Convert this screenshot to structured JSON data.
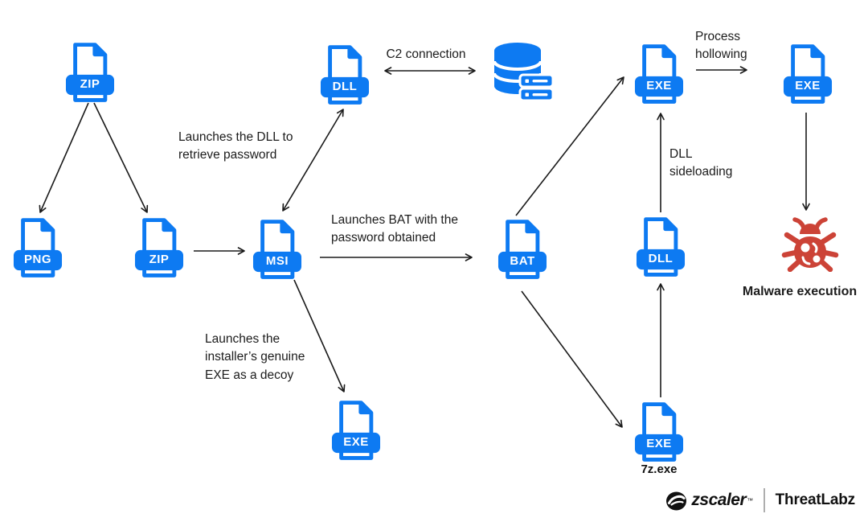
{
  "canvas": {
    "background": "#ffffff"
  },
  "colors": {
    "icon_blue": "#0d7af2",
    "bug_red": "#cc4337",
    "arrow_black": "#1a1a1a",
    "text_dark": "#1c1c1c"
  },
  "nodes": [
    {
      "id": "zip-source",
      "label": "ZIP"
    },
    {
      "id": "png-decoy",
      "label": "PNG"
    },
    {
      "id": "zip-nested",
      "label": "ZIP"
    },
    {
      "id": "msi-installer",
      "label": "MSI"
    },
    {
      "id": "dll-c2",
      "label": "DLL"
    },
    {
      "id": "bat-script",
      "label": "BAT"
    },
    {
      "id": "exe-sideload-host",
      "label": "EXE"
    },
    {
      "id": "exe-hollowed",
      "label": "EXE"
    },
    {
      "id": "dll-sideloaded",
      "label": "DLL"
    },
    {
      "id": "exe-7z",
      "label": "EXE",
      "caption": "7z.exe"
    },
    {
      "id": "exe-decoy",
      "label": "EXE"
    }
  ],
  "icons": {
    "c2_server": "database-server-icon",
    "malware": "bug-icon"
  },
  "annotations": {
    "c2_connection": "C2 connection",
    "launches_dll": "Launches the DLL to\nretrieve password",
    "launches_bat": "Launches BAT with the\npassword obtained",
    "launches_decoy": "Launches the\ninstaller’s genuine\nEXE as a decoy",
    "process_hollowing": "Process\nhollowing",
    "dll_sideloading": "DLL\nsideloading",
    "malware_execution": "Malware execution"
  },
  "brand": {
    "zscaler": "zscaler",
    "trademark": "™",
    "threatlabz": "ThreatLabz"
  }
}
